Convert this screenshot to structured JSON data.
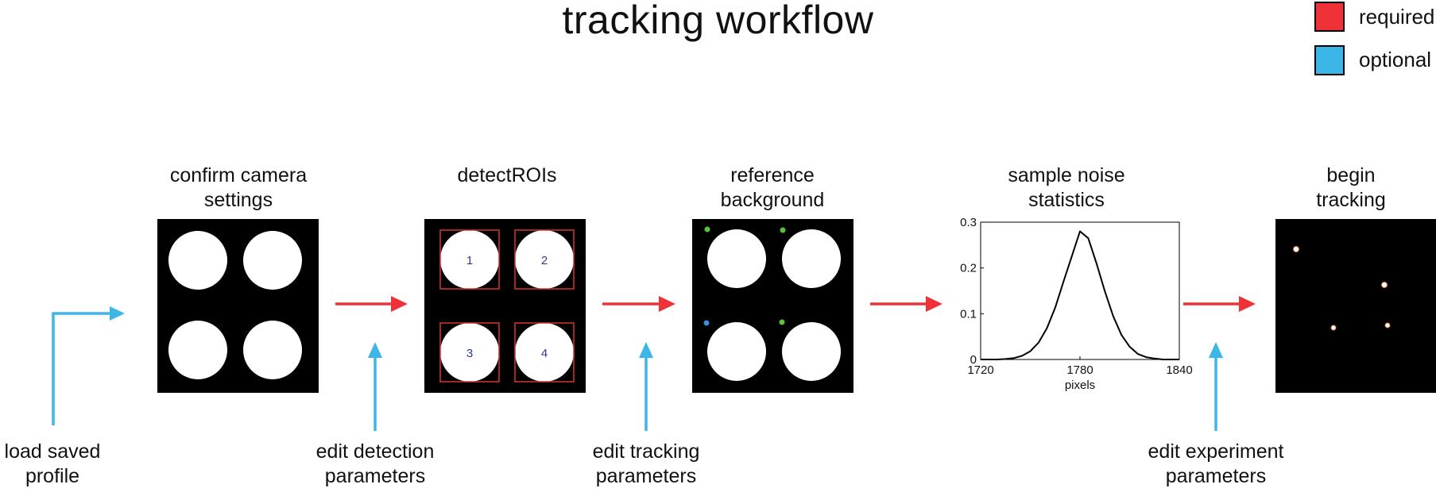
{
  "title": "tracking workflow",
  "legend": [
    {
      "label": "required",
      "color": "#ee3237"
    },
    {
      "label": "optional",
      "color": "#3bb6e6"
    }
  ],
  "stages": [
    {
      "line1": "confirm camera",
      "line2": "settings"
    },
    {
      "line1": "detectROIs",
      "line2": ""
    },
    {
      "line1": "reference",
      "line2": "background"
    },
    {
      "line1": "sample noise",
      "line2": "statistics"
    },
    {
      "line1": "begin",
      "line2": "tracking"
    }
  ],
  "roi_labels": [
    "1",
    "2",
    "3",
    "4"
  ],
  "annotations": [
    {
      "line1": "load saved",
      "line2": "profile"
    },
    {
      "line1": "edit detection",
      "line2": "parameters"
    },
    {
      "line1": "edit tracking",
      "line2": "parameters"
    },
    {
      "line1": "edit experiment",
      "line2": "parameters"
    }
  ],
  "chart_data": {
    "type": "line",
    "title": "",
    "xlabel": "pixels",
    "ylabel": "",
    "xlim": [
      1720,
      1840
    ],
    "ylim": [
      0,
      0.3
    ],
    "x_ticks": [
      "1720",
      "1780",
      "1840"
    ],
    "y_ticks": [
      "0",
      "0.1",
      "0.2",
      "0.3"
    ],
    "series": [
      {
        "x": [
          1720,
          1725,
          1730,
          1735,
          1740,
          1745,
          1750,
          1755,
          1760,
          1765,
          1770,
          1775,
          1780,
          1785,
          1790,
          1795,
          1800,
          1805,
          1810,
          1815,
          1820,
          1825,
          1830,
          1835,
          1840
        ],
        "y": [
          0,
          0,
          0,
          0.001,
          0.003,
          0.008,
          0.018,
          0.037,
          0.068,
          0.113,
          0.17,
          0.225,
          0.28,
          0.265,
          0.21,
          0.149,
          0.095,
          0.054,
          0.028,
          0.012,
          0.005,
          0.002,
          0,
          0,
          0
        ]
      }
    ]
  }
}
